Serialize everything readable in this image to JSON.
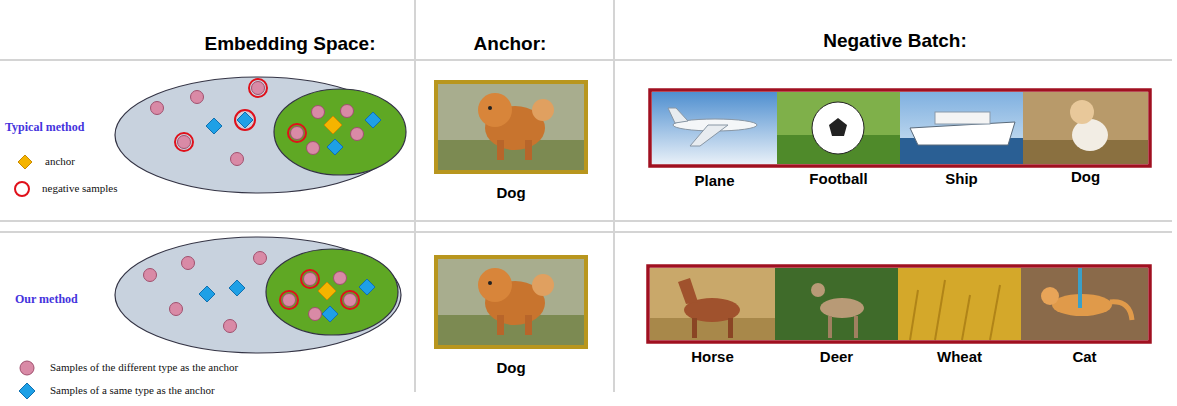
{
  "diagram": {
    "nodes": [
      {
        "text": [
          "Dog"
        ]
      },
      {
        "text": [
          "Plane"
        ]
      },
      {
        "text": [
          "Football"
        ]
      },
      {
        "text": [
          "Ship"
        ]
      },
      {
        "text": [
          "Dog"
        ]
      },
      {
        "text": [
          "Dog"
        ]
      },
      {
        "text": [
          "Horse"
        ]
      },
      {
        "text": [
          "Deer"
        ]
      },
      {
        "text": [
          "Wheat"
        ]
      },
      {
        "text": [
          "Cat"
        ]
      }
    ],
    "labels": [
      "Embedding Space:",
      "Anchor:",
      "Negative Batch:",
      "Typical method",
      "Our method"
    ],
    "legend": [
      {
        "text": "anchor"
      },
      {
        "text": "negative samples"
      },
      {
        "text": "Samples of the different type as the anchor"
      },
      {
        "text": "Samples of a same  type as the anchor"
      }
    ]
  }
}
